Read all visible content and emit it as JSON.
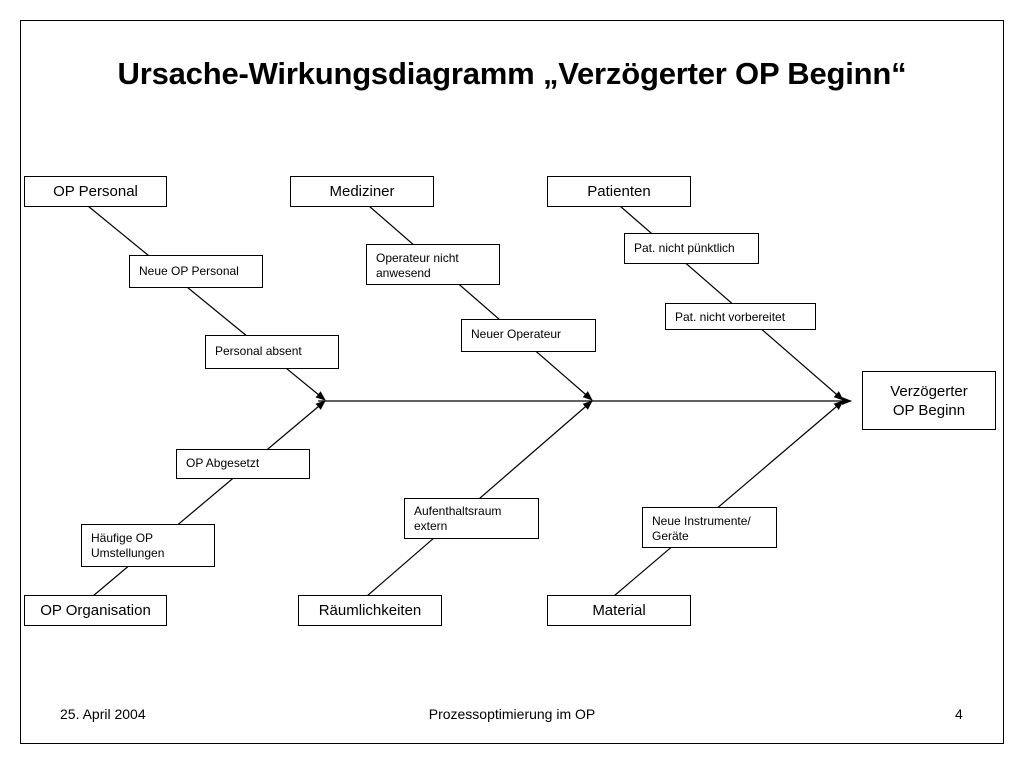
{
  "title": "Ursache-Wirkungsdiagramm „Verzögerter OP Beginn“",
  "effect": "Verzögerter\nOP Beginn",
  "categories": {
    "op_personal": "OP Personal",
    "mediziner": "Mediziner",
    "patienten": "Patienten",
    "op_organisation": "OP Organisation",
    "raeumlichkeiten": "Räumlichkeiten",
    "material": "Material"
  },
  "causes": {
    "neue_op_personal": "Neue OP Personal",
    "personal_absent": "Personal absent",
    "operateur_nicht_anwesend": "Operateur nicht\nanwesend",
    "neuer_operateur": "Neuer Operateur",
    "pat_nicht_puenktlich": "Pat. nicht pünktlich",
    "pat_nicht_vorbereitet": "Pat. nicht vorbereitet",
    "op_abgesetzt": "OP Abgesetzt",
    "haeufige_op_umstellungen": "Häufige OP\nUmstellungen",
    "aufenthaltsraum_extern": "Aufenthaltsraum\nextern",
    "neue_instrumente_geraete": "Neue Instrumente/\nGeräte"
  },
  "footer": {
    "date": "25. April 2004",
    "center": "Prozessoptimierung im OP",
    "page": "4"
  }
}
